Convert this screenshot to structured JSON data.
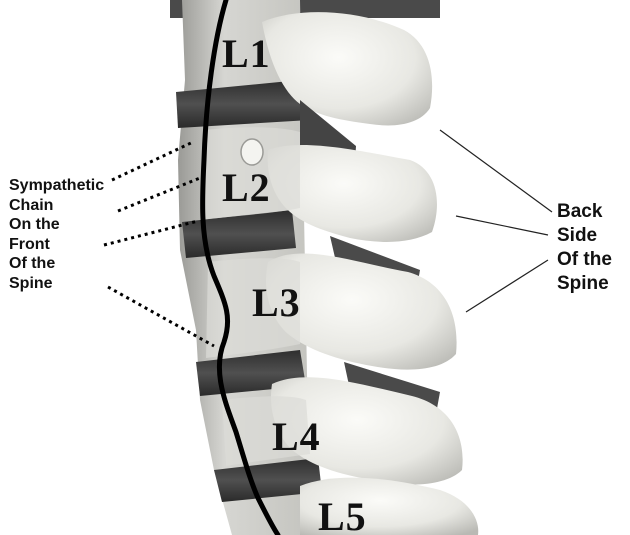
{
  "vertebra_labels": {
    "l1": "L1",
    "l2": "L2",
    "l3": "L3",
    "l4": "L4",
    "l5": "L5"
  },
  "left_caption": {
    "line1": "Sympathetic",
    "line2": "Chain",
    "line3": "On the",
    "line4": "Front",
    "line5": "Of the",
    "line6": "Spine"
  },
  "right_caption": {
    "line1": "Back",
    "line2": "Side",
    "line3": "Of the",
    "line4": "Spine"
  },
  "colors": {
    "bone": "#eeeeea",
    "bone_shadow": "#bdbdb8",
    "disc": "#3c3c3c",
    "chain_line": "#000000",
    "background": "#ffffff"
  }
}
